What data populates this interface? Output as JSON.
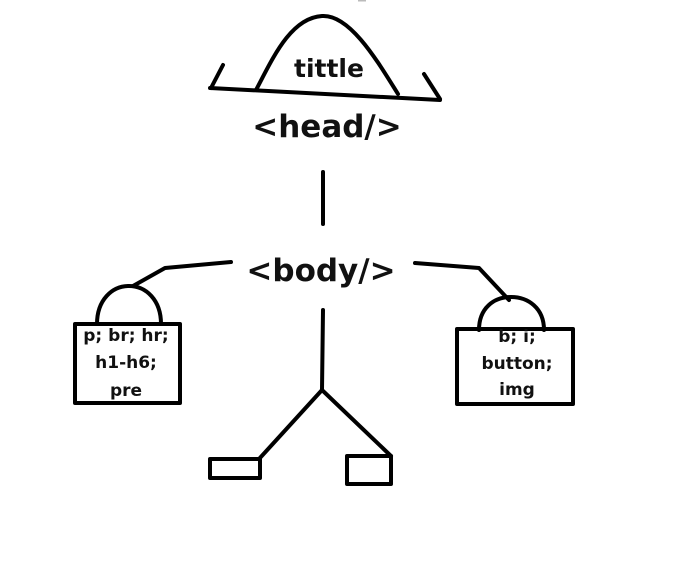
{
  "hat": {
    "text": "tittle"
  },
  "head": {
    "text": "<head/>"
  },
  "body": {
    "text": "<body/>"
  },
  "left_hand": {
    "lines": [
      "p; br; hr;",
      "h1-h6;",
      "pre"
    ]
  },
  "right_hand": {
    "lines": [
      "b; i;",
      "button;",
      "img"
    ]
  }
}
